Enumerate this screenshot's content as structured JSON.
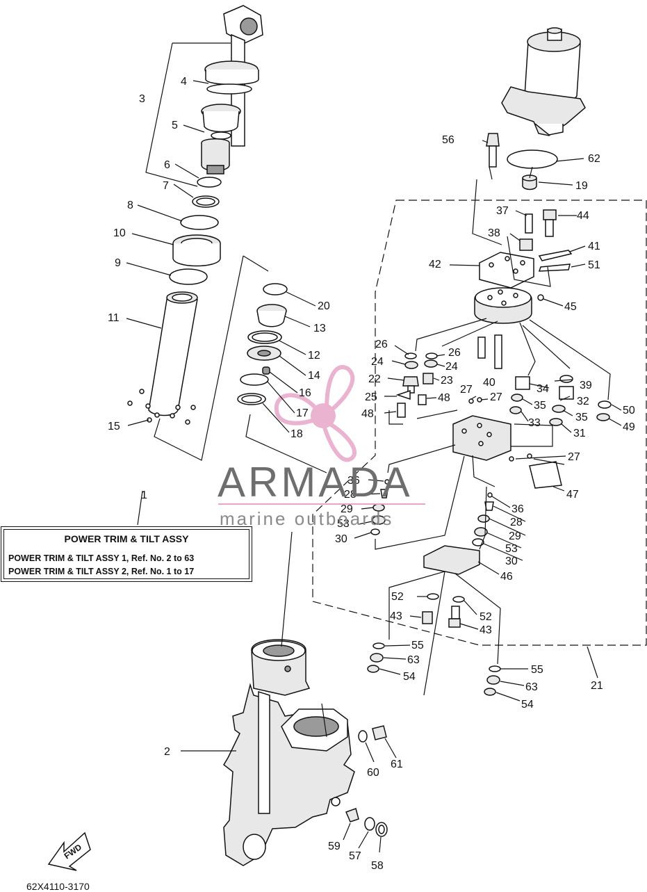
{
  "title_box": {
    "heading": "POWER TRIM  & TILT ASSY",
    "line1": "POWER TRIM & TILT ASSY 1,  Ref. No. 2 to 63",
    "line2": "POWER TRIM & TILT ASSY 2,  Ref. No. 1 to 17"
  },
  "catalog_code": "62X4110-3170",
  "watermark": {
    "brand": "ARMADA",
    "tagline": "marine outboards",
    "color_pink": "#e7a6c8",
    "color_gray": "#6e6e6e"
  },
  "fwd_label": "FWD",
  "labels": {
    "n1": "1",
    "n2": "2",
    "n3": "3",
    "n4": "4",
    "n5": "5",
    "n6": "6",
    "n7": "7",
    "n8": "8",
    "n9": "9",
    "n10": "10",
    "n11": "11",
    "n12": "12",
    "n13": "13",
    "n14": "14",
    "n15": "15",
    "n16": "16",
    "n17": "17",
    "n18": "18",
    "n19": "19",
    "n20": "20",
    "n21": "21",
    "n22": "22",
    "n23": "23",
    "n24": "24",
    "n25": "25",
    "n26": "26",
    "n27": "27",
    "n28": "28",
    "n29": "29",
    "n30": "30",
    "n31": "31",
    "n32": "32",
    "n33": "33",
    "n34": "34",
    "n35": "35",
    "n36": "36",
    "n37": "37",
    "n38": "38",
    "n39": "39",
    "n40": "40",
    "n41": "41",
    "n42": "42",
    "n43": "43",
    "n44": "44",
    "n45": "45",
    "n46": "46",
    "n47": "47",
    "n48": "48",
    "n49": "49",
    "n50": "50",
    "n51": "51",
    "n52": "52",
    "n53": "53",
    "n54": "54",
    "n55": "55",
    "n56": "56",
    "n57": "57",
    "n58": "58",
    "n59": "59",
    "n60": "60",
    "n61": "61",
    "n62": "62",
    "n63": "63"
  }
}
